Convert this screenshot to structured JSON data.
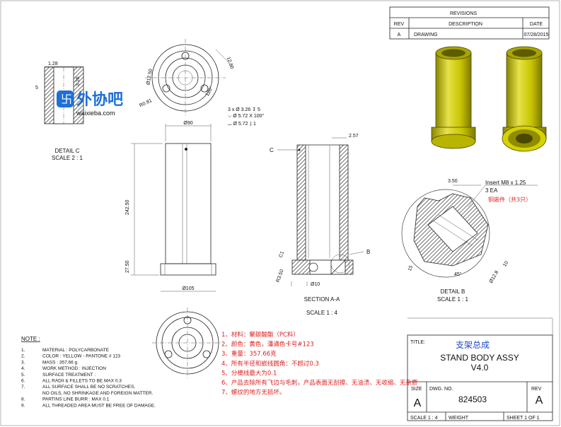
{
  "revisions": {
    "title": "REVISIONS",
    "headers": {
      "rev": "REV",
      "description": "DESCRIPTION",
      "date": "DATE"
    },
    "rows": [
      {
        "rev": "A",
        "description": "DRAWING",
        "date": "07/28/2015"
      }
    ]
  },
  "watermark": {
    "brand": "外协吧",
    "url": "waixieba.com"
  },
  "detail_c": {
    "title": "DETAIL C",
    "scale": "SCALE 2 : 1",
    "dims": [
      "1.28",
      "5",
      "3.26"
    ]
  },
  "top_view": {
    "dims": [
      "Ø12.50",
      "12.50",
      "R0.81",
      "120°"
    ]
  },
  "hole_callout": [
    "3 x Ø 3.26 ↧ 5",
    "⌵ Ø 5.72 X 100°",
    "⌴ Ø 5.72 ↧ 1"
  ],
  "front_view": {
    "dims": [
      "Ø90",
      "242.50",
      "27.50",
      "Ø105"
    ]
  },
  "section": {
    "title": "SECTION A-A",
    "scale": "SCALE 1 : 4",
    "dims": [
      "2.57",
      "C",
      "B",
      "C1",
      "R3.50",
      "Ø10"
    ]
  },
  "detail_b": {
    "title": "DETAIL B",
    "scale": "SCALE 1 : 1",
    "insert": [
      "Insert M8 x 1.25",
      "3 EA"
    ],
    "insert_cn": "铜嵌件（共3只）",
    "dims": [
      "3.50",
      "15",
      "45°",
      "Ø12.8",
      "10"
    ]
  },
  "notes": {
    "title": "NOTE :",
    "items": [
      {
        "num": "1.",
        "text": "MATERIAL : POLYCARBONATE"
      },
      {
        "num": "2.",
        "text": "COLOR : YELLOW - PANTONE # 123"
      },
      {
        "num": "3.",
        "text": "MASS : 357.66 g"
      },
      {
        "num": "4.",
        "text": "WORK METHOD : INJECTION"
      },
      {
        "num": "5.",
        "text": "SURFACE TREATMENT :"
      },
      {
        "num": "6.",
        "text": "ALL RADII & FILLETS TO BE MAX 0.3"
      },
      {
        "num": "7.",
        "text": "ALL SURFACE SHALL BE NO SCRATCHES,"
      },
      {
        "num": "",
        "text": "NO OILS, NO SHRINKAGE AND FOREIGN MATTER."
      },
      {
        "num": "8.",
        "text": "PARTINS LINE BURR : MAX 0.1"
      },
      {
        "num": "9.",
        "text": "ALL THREADED AREA MUST BE FREE OF DAMAGE."
      }
    ]
  },
  "notes_cn": [
    "1、材料：聚碳酸酯（PC料）",
    "2、颜色：黄色，潘通色卡号#123",
    "3、重量：357.66克",
    "4、所有半径和嵌线圆角：不超过0.3",
    "5、分模线最大为0.1",
    "6、产品去除所有飞边与毛刺，产品表面无刮擦、无油渍、无收缩、无杂质",
    "7、螺纹的地方无损坏。"
  ],
  "title_block": {
    "title_label": "TITLE:",
    "title_cn": "支架总成",
    "title_line1": "STAND BODY ASSY",
    "title_line2": "V4.0",
    "size_label": "SIZE",
    "size": "A",
    "dwg_label": "DWG.  NO.",
    "dwg_no": "824503",
    "rev_label": "REV",
    "rev": "A",
    "scale": "SCALE 1 : 4",
    "weight": "WEIGHT",
    "sheet": "SHEET 1 OF 1"
  },
  "colors": {
    "part_yellow": "#c8c400",
    "red_text": "#dd2222",
    "blue_text": "#2348c9",
    "watermark_blue": "#1e6fd8"
  }
}
